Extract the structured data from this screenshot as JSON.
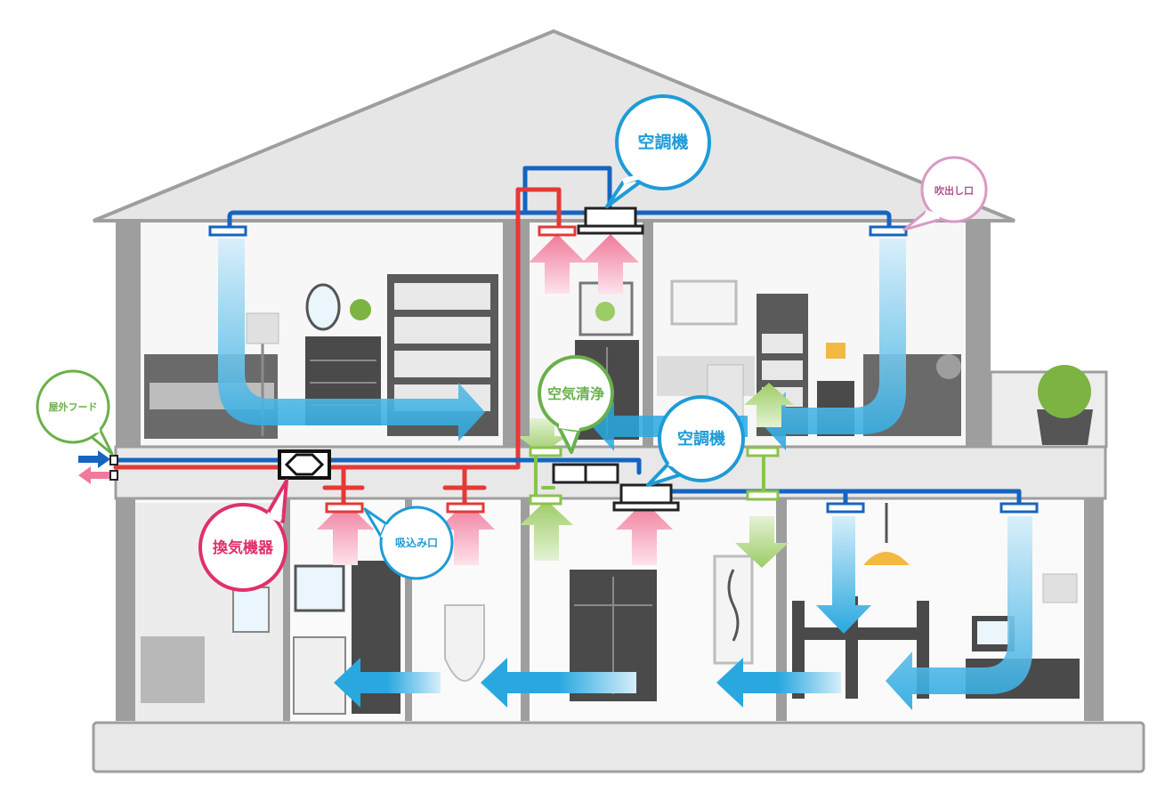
{
  "colors": {
    "supply_duct": "#1565c0",
    "return_duct": "#e53935",
    "fresh_air_duct": "#8bc34a",
    "airflow_blue": "#29a8e0",
    "airflow_pink": "#f07a9a",
    "airflow_green": "#9ccc65",
    "callout_blue": "#1e9bd7",
    "callout_pink": "#e0306a",
    "callout_green": "#6ab04c",
    "callout_lilac": "#d99ac4",
    "structure_gray": "#9e9e9e"
  },
  "callouts": {
    "ac_top": "空調機",
    "ac_middle": "空調機",
    "outlet": "吹出し口",
    "air_purify": "空気清浄",
    "exhaust_hood": "屋外フード",
    "ventilation_unit": "換気機器",
    "intake": "吸込み口"
  },
  "icons": {
    "airflow_arrow": "arrow-icon",
    "ventilation_unit": "hex-box-icon"
  }
}
